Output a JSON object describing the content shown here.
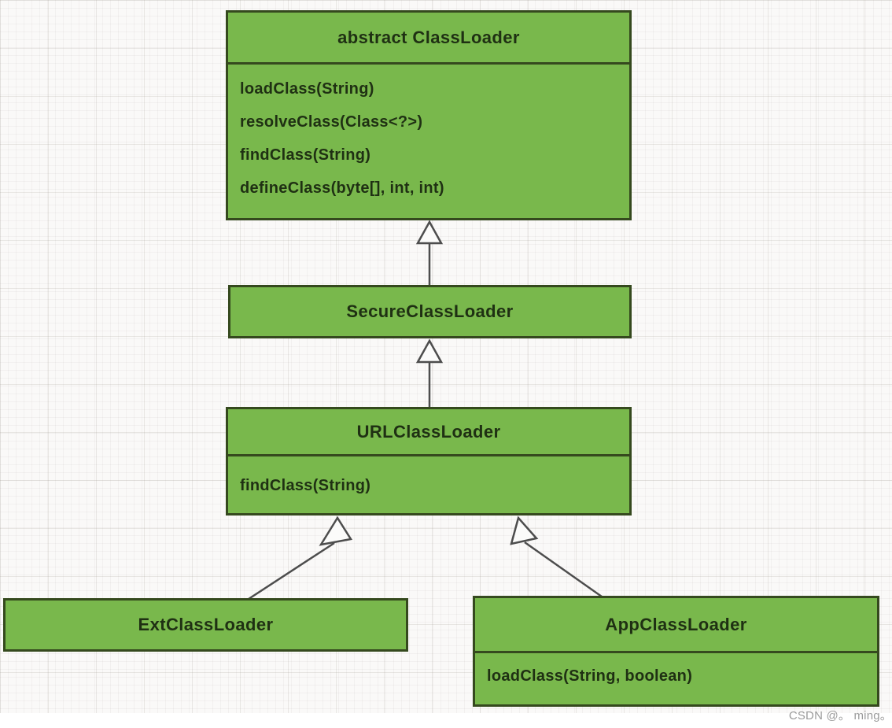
{
  "page": {
    "watermark": "CSDN @。 ming。"
  },
  "diagram": {
    "type": "uml-class-inheritance",
    "classes": [
      {
        "id": "abstract-classloader",
        "title": "abstract ClassLoader",
        "methods": [
          "loadClass(String)",
          "resolveClass(Class<?>)",
          "findClass(String)",
          "defineClass(byte[], int, int)"
        ]
      },
      {
        "id": "secure-classloader",
        "title": "SecureClassLoader",
        "methods": []
      },
      {
        "id": "url-classloader",
        "title": "URLClassLoader",
        "methods": [
          "findClass(String)"
        ]
      },
      {
        "id": "ext-classloader",
        "title": "ExtClassLoader",
        "methods": []
      },
      {
        "id": "app-classloader",
        "title": "AppClassLoader",
        "methods": [
          "loadClass(String, boolean)"
        ]
      }
    ],
    "relations": [
      {
        "from": "SecureClassLoader",
        "to": "abstract ClassLoader",
        "type": "generalization"
      },
      {
        "from": "URLClassLoader",
        "to": "SecureClassLoader",
        "type": "generalization"
      },
      {
        "from": "ExtClassLoader",
        "to": "URLClassLoader",
        "type": "generalization"
      },
      {
        "from": "AppClassLoader",
        "to": "URLClassLoader",
        "type": "generalization"
      }
    ],
    "colors": {
      "box_fill": "#79b84c",
      "box_border": "#35491e",
      "box_text": "#1f3013",
      "arrow": "#4d4d4d",
      "arrowhead_fill": "#fbfbfa",
      "background": "#faf9f8",
      "watermark": "#9b9b9b"
    }
  }
}
